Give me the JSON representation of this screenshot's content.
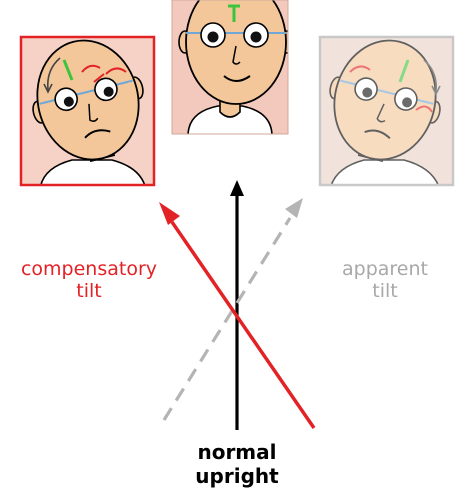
{
  "colors": {
    "red": "#e32226",
    "gray": "#a8a8a8",
    "black": "#000000",
    "skin": "#f3c79a",
    "panel_center": "#f4c9bd",
    "panel_left": "#f6d2c6",
    "panel_right": "#ead3c7",
    "green": "#3cc43c",
    "arrow_dark": "#444444"
  },
  "labels": {
    "compensatory_1": "compensatory",
    "compensatory_2": "tilt",
    "apparent_1": "apparent",
    "apparent_2": "tilt",
    "normal_1": "normal",
    "normal_2": "upright"
  },
  "icons": [
    "head-icon",
    "rotation-arrow-icon",
    "torsion-arrow-icon"
  ]
}
